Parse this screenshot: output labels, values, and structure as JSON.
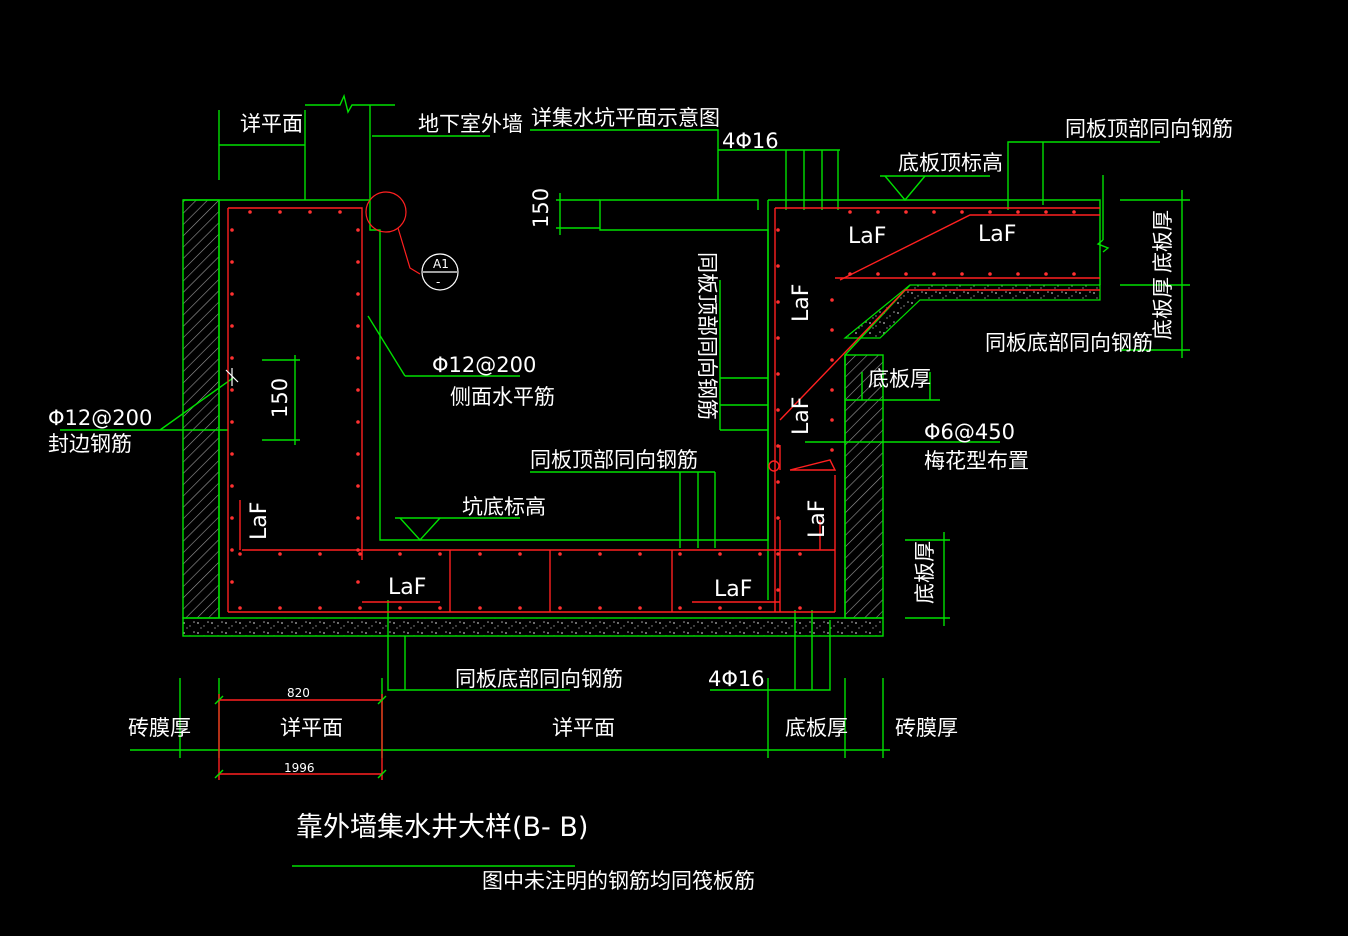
{
  "title": "靠外墙集水井大样(B- B)",
  "note": "图中未注明的钢筋均同筏板筋",
  "labels": {
    "detail_plan_top": "详平面",
    "basement_wall": "地下室外墙",
    "sump_plan": "详集水坑平面示意图",
    "rebar_4phi16_top": "4Φ16",
    "slab_top_elev": "底板顶标高",
    "same_top_rebar_right": "同板顶部同向钢筋",
    "slab_thick_r1": "底板厚",
    "slab_thick_r2": "底板厚",
    "same_bottom_rebar_right": "同板底部同向钢筋",
    "slab_thick_mid": "底板厚",
    "phi6": "Φ6@450",
    "quincunx": "梅花型布置",
    "same_top_vertical": "同板顶部同向钢筋",
    "phi12_side": "Φ12@200",
    "side_horizontal": "侧面水平筋",
    "phi12_edge": "Φ12@200",
    "edge_rebar": "封边钢筋",
    "same_top_bottom": "同板顶部同向钢筋",
    "pit_bottom_elev": "坑底标高",
    "slab_thick_lower_right": "底板厚",
    "same_bottom_rebar_low": "同板底部同向钢筋",
    "rebar_4phi16_bottom": "4Φ16",
    "brick_left": "砖膜厚",
    "detail_plan_b1": "详平面",
    "detail_plan_b2": "详平面",
    "slab_thick_bottom": "底板厚",
    "brick_right": "砖膜厚",
    "dim_150_top": "150",
    "dim_150_left": "150",
    "dim_820": "820",
    "dim_1996": "1996",
    "laf": "LaF",
    "callout_id": "A1",
    "callout_sub": "-"
  },
  "colors": {
    "background": "#000000",
    "concrete_line": "#00e000",
    "rebar": "#ff2020",
    "text": "#ffffff",
    "dimension": "#ff4020"
  }
}
